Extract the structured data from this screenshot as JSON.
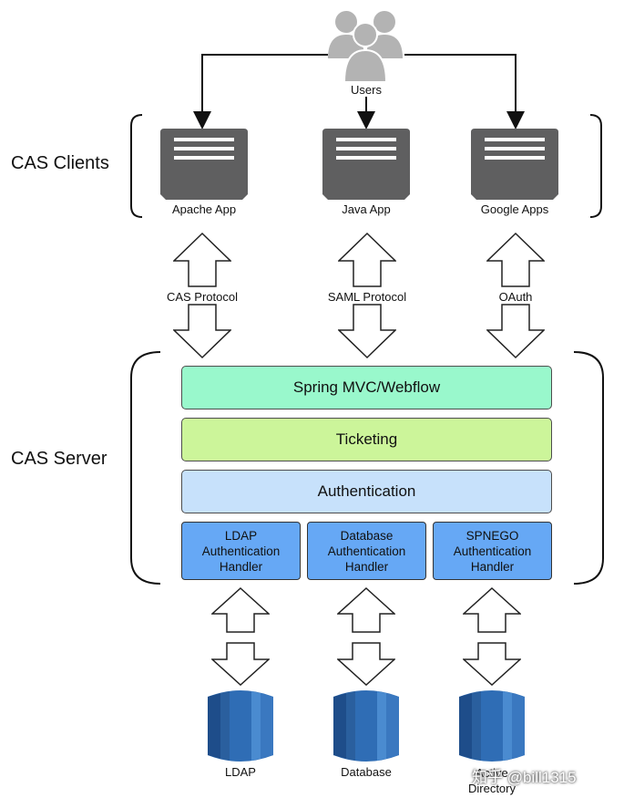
{
  "diagram": {
    "users_label": "Users",
    "clients_section_label": "CAS Clients",
    "server_section_label": "CAS Server",
    "clients": [
      {
        "label": "Apache App"
      },
      {
        "label": "Java App"
      },
      {
        "label": "Google Apps"
      }
    ],
    "protocols": [
      {
        "label": "CAS Protocol"
      },
      {
        "label": "SAML Protocol"
      },
      {
        "label": "OAuth"
      }
    ],
    "layers": [
      {
        "label": "Spring MVC/Webflow",
        "color": "#99f8cc"
      },
      {
        "label": "Ticketing",
        "color": "#ccf59a"
      },
      {
        "label": "Authentication",
        "color": "#c7e1fb"
      }
    ],
    "handlers": [
      {
        "label": "LDAP\nAuthentication\nHandler"
      },
      {
        "label": "Database\nAuthentication\nHandler"
      },
      {
        "label": "SPNEGO\nAuthentication\nHandler"
      }
    ],
    "datastores": [
      {
        "label": "LDAP"
      },
      {
        "label": "Database"
      },
      {
        "label": "Active\nDirectory"
      }
    ],
    "watermark": "知乎 @bill1315",
    "colors": {
      "app_box": "#5f5f60",
      "users_icon": "#b3b3b3",
      "handler": "#66a8f5",
      "cylinder_dark": "#1e4d8a",
      "cylinder_mid": "#2f6db5",
      "cylinder_light": "#4a8bd0"
    }
  }
}
